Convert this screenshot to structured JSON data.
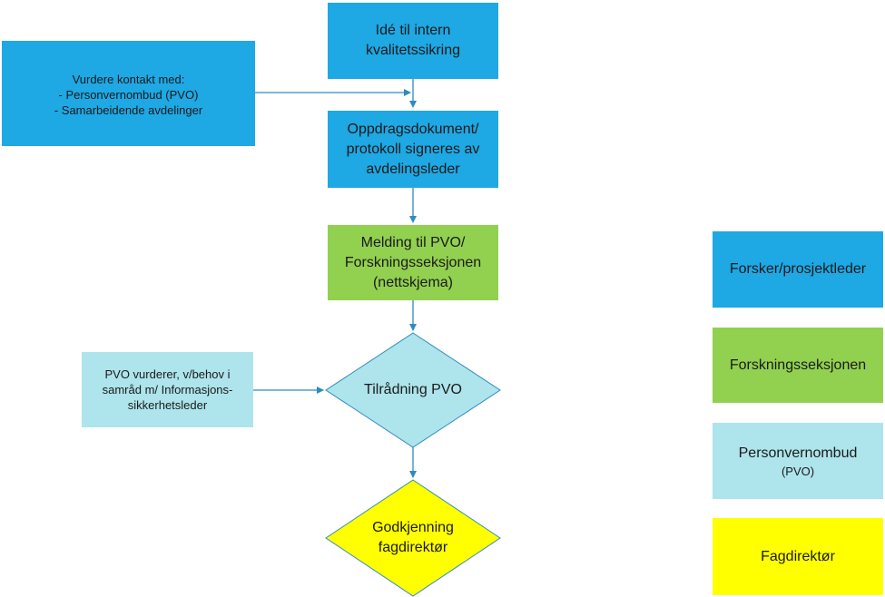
{
  "flow": {
    "idea": "Idé til intern\nkvalitetssikring",
    "contact_note": "Vurdere kontakt med:\n- Personvernombud (PVO)\n- Samarbeidende avdelinger",
    "assignment": "Oppdragsdokument/\nprotokoll signeres av\navdelingsleder",
    "notification": "Melding til PVO/\nForskningsseksjonen\n(nettskjema)",
    "pvo_note": "PVO vurderer, v/behov i\nsamråd m/ Informasjons-\nsikkerhetsleder",
    "recommendation": "Tilrådning PVO",
    "approval": "Godkjenning\nfagdirektør"
  },
  "legend": {
    "researcher": "Forsker/prosjektleder",
    "research_section": "Forskningsseksjonen",
    "pvo_line1": "Personvernombud",
    "pvo_line2": "(PVO)",
    "director": "Fagdirektør"
  },
  "colors": {
    "researcher": "#1ea8e4",
    "research_section": "#92d050",
    "pvo": "#aee4ec",
    "director": "#ffff00",
    "connector": "#2e8bc0"
  }
}
